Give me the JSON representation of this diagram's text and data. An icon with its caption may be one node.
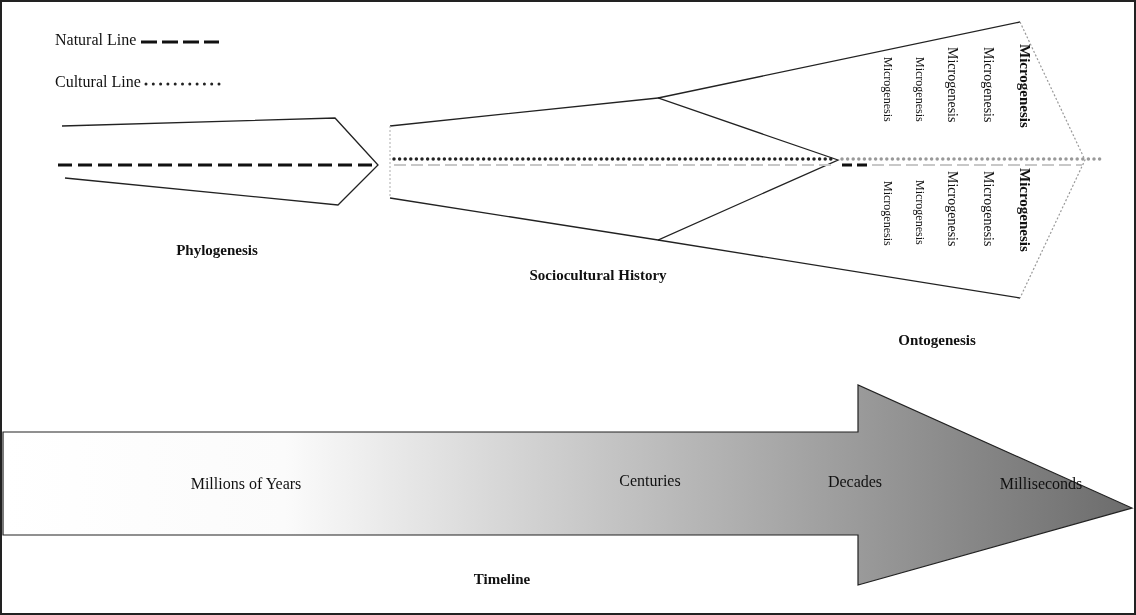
{
  "diagram": {
    "nodes": [
      {
        "text": [
          "Phylogenesis"
        ]
      },
      {
        "text": [
          "Sociocultural History"
        ]
      },
      {
        "text": [
          "Microgenesis",
          "Microgenesis",
          "Microgenesis",
          "Microgenesis",
          "Microgenesis",
          "Microgenesis",
          "Microgenesis",
          "Microgenesis",
          "Microgenesis",
          "Microgenesis",
          "Ontogenesis"
        ]
      },
      {
        "text": [
          "Millions of Years",
          "Centuries",
          "Decades",
          "Milliseconds",
          "Timeline"
        ]
      }
    ],
    "legend": [
      {
        "text": "Natural Line"
      },
      {
        "text": "Cultural Line"
      }
    ]
  }
}
